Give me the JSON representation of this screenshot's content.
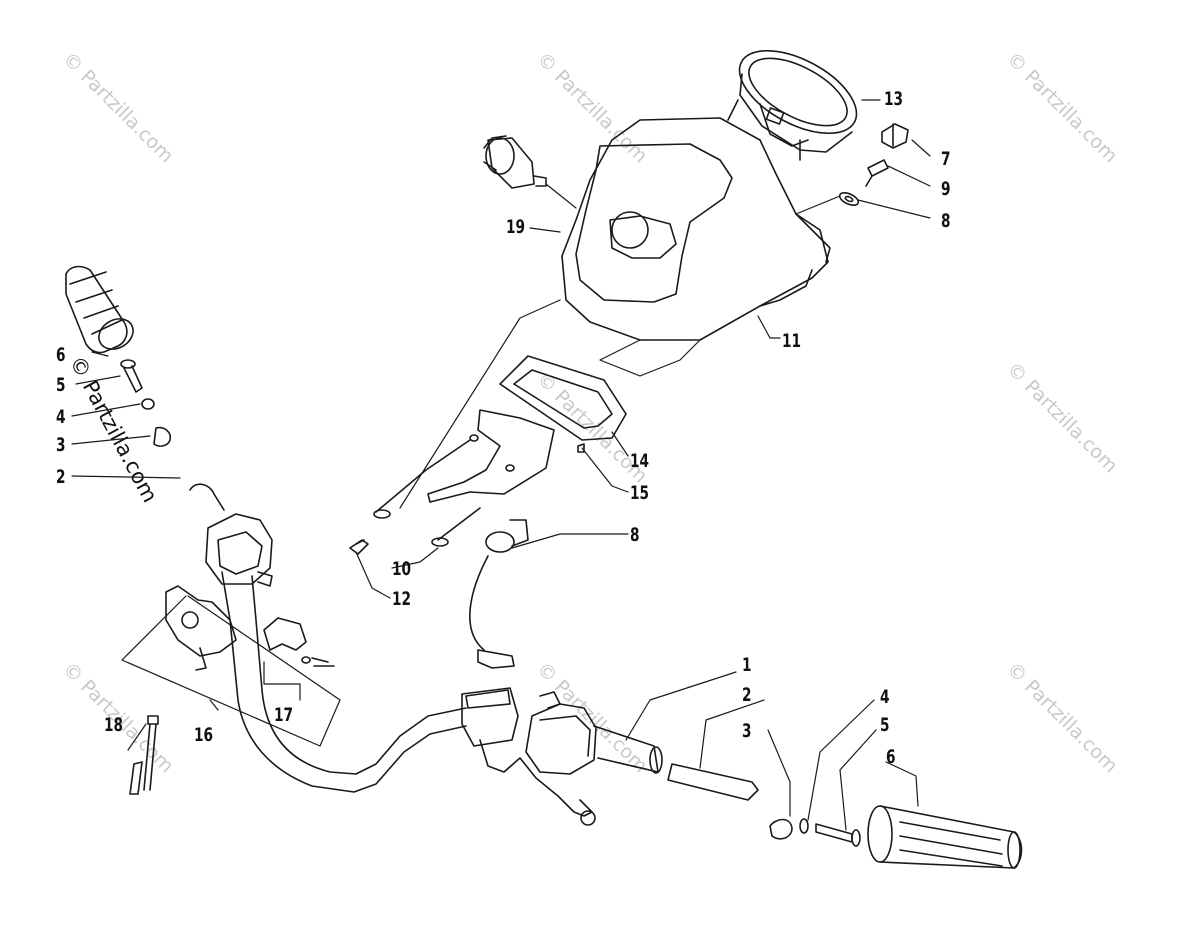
{
  "watermark_text": "© Partzilla.com",
  "callouts": [
    {
      "id": "c13a",
      "text": "13"
    },
    {
      "id": "c7",
      "text": "7"
    },
    {
      "id": "c9",
      "text": "9"
    },
    {
      "id": "c8a",
      "text": "8"
    },
    {
      "id": "c19",
      "text": "19"
    },
    {
      "id": "c11",
      "text": "11"
    },
    {
      "id": "c14",
      "text": "14"
    },
    {
      "id": "c15",
      "text": "15"
    },
    {
      "id": "c8b",
      "text": "8"
    },
    {
      "id": "c10",
      "text": "10"
    },
    {
      "id": "c12",
      "text": "12"
    },
    {
      "id": "c6a",
      "text": "6"
    },
    {
      "id": "c5a",
      "text": "5"
    },
    {
      "id": "c4a",
      "text": "4"
    },
    {
      "id": "c3a",
      "text": "3"
    },
    {
      "id": "c2a",
      "text": "2"
    },
    {
      "id": "c1",
      "text": "1"
    },
    {
      "id": "c2b",
      "text": "2"
    },
    {
      "id": "c3b",
      "text": "3"
    },
    {
      "id": "c4b",
      "text": "4"
    },
    {
      "id": "c5b",
      "text": "5"
    },
    {
      "id": "c6b",
      "text": "6"
    },
    {
      "id": "c16",
      "text": "16"
    },
    {
      "id": "c17",
      "text": "17"
    },
    {
      "id": "c18",
      "text": "18"
    }
  ],
  "colors": {
    "line": "#1a1a1a",
    "watermark": "#c9c9c9",
    "background": "#ffffff"
  }
}
